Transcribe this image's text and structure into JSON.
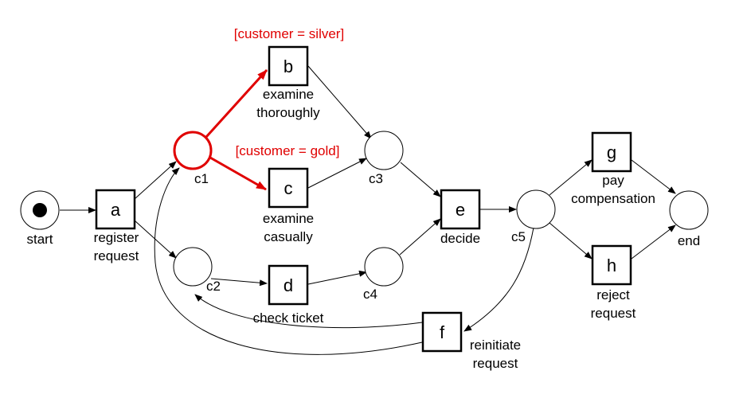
{
  "conditions": {
    "silver": "[customer = silver]",
    "gold": "[customer = gold]"
  },
  "places": {
    "start": "start",
    "c1": "c1",
    "c2": "c2",
    "c3": "c3",
    "c4": "c4",
    "c5": "c5",
    "end": "end"
  },
  "transitions": {
    "a": {
      "id": "a",
      "label": [
        "register",
        "request"
      ]
    },
    "b": {
      "id": "b",
      "label": [
        "examine",
        "thoroughly"
      ]
    },
    "c": {
      "id": "c",
      "label": [
        "examine",
        "casually"
      ]
    },
    "d": {
      "id": "d",
      "label": [
        "check ticket"
      ]
    },
    "e": {
      "id": "e",
      "label": [
        "decide"
      ]
    },
    "f": {
      "id": "f",
      "label": [
        "reinitiate",
        "request"
      ]
    },
    "g": {
      "id": "g",
      "label": [
        "pay",
        "compensation"
      ]
    },
    "h": {
      "id": "h",
      "label": [
        "reject",
        "request"
      ]
    }
  },
  "colors": {
    "highlight": "#e00000",
    "stroke": "#000000",
    "background": "#ffffff"
  }
}
